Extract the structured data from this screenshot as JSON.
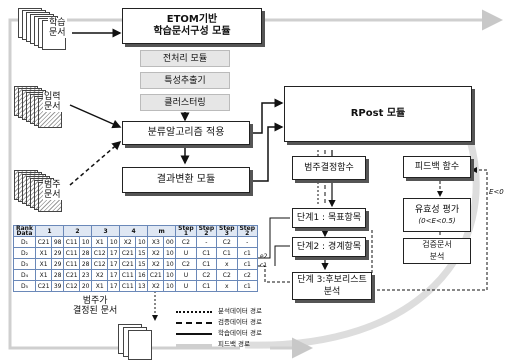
{
  "documents": {
    "learning_docs": "학습\n문서",
    "input_docs": "입력\n문서",
    "classified_docs": "범주\n문서",
    "clustered_docs": "범주가\n결정된 문서"
  },
  "etom": {
    "title": "ETOM기반\n학습문서구성 모듈",
    "steps": [
      "전처리 모듈",
      "특성추출기",
      "클러스터링"
    ]
  },
  "rpost": {
    "title": "RPost 모듈",
    "category_fn": "범주결정함수",
    "step1": "단계1 : 목표항목",
    "step2": "단계2 : 경계항목",
    "step3": "단계 3:후보리스트\n분석",
    "feedback_fn": "피드백 함수",
    "validity": "유효성 평가",
    "validity_cond": "(0<E<0.5)",
    "verify": "검증문서\n분석",
    "e_label": "E<0"
  },
  "modules": {
    "classifier": "분류알고리즘 적용",
    "converter": "결과변환 모듈"
  },
  "table": {
    "header": [
      "Rank\nData",
      "1",
      "",
      "2",
      "",
      "3",
      "",
      "4",
      "",
      "m",
      "Step\n1",
      "Step\n2",
      "Step\n3",
      "Step\n2"
    ],
    "rows": [
      [
        "D₁",
        "C21",
        "98",
        "C11",
        "10",
        "X1",
        "10",
        "X2",
        "10",
        "X3",
        "00",
        "C2",
        "-",
        "C2",
        "-"
      ],
      [
        "D₂",
        "X1",
        "29",
        "C11",
        "28",
        "C12",
        "17",
        "C21",
        "15",
        "X2",
        "10",
        "U",
        "C1",
        "C1",
        "c1"
      ],
      [
        "D₃",
        "X1",
        "29",
        "C11",
        "28",
        "C12",
        "17",
        "C21",
        "15",
        "X2",
        "10",
        "C2",
        "C1",
        "x",
        "c1"
      ],
      [
        "D₄",
        "X1",
        "28",
        "C21",
        "23",
        "X2",
        "17",
        "C11",
        "16",
        "C21",
        "10",
        "U",
        "C2",
        "C2",
        "c2"
      ],
      [
        "D₅",
        "C21",
        "39",
        "C12",
        "20",
        "X1",
        "17",
        "C11",
        "13",
        "X2",
        "10",
        "U",
        "C1",
        "x",
        "c1"
      ]
    ],
    "annotations": [
      "e2",
      "c1"
    ]
  },
  "legend": [
    {
      "label": "분석데이터 경로",
      "style": "dotted"
    },
    {
      "label": "검증데이터 경로",
      "style": "dashed"
    },
    {
      "label": "학습데이터 경로",
      "style": "solid"
    },
    {
      "label": "피드백 경로",
      "style": "grey"
    }
  ]
}
